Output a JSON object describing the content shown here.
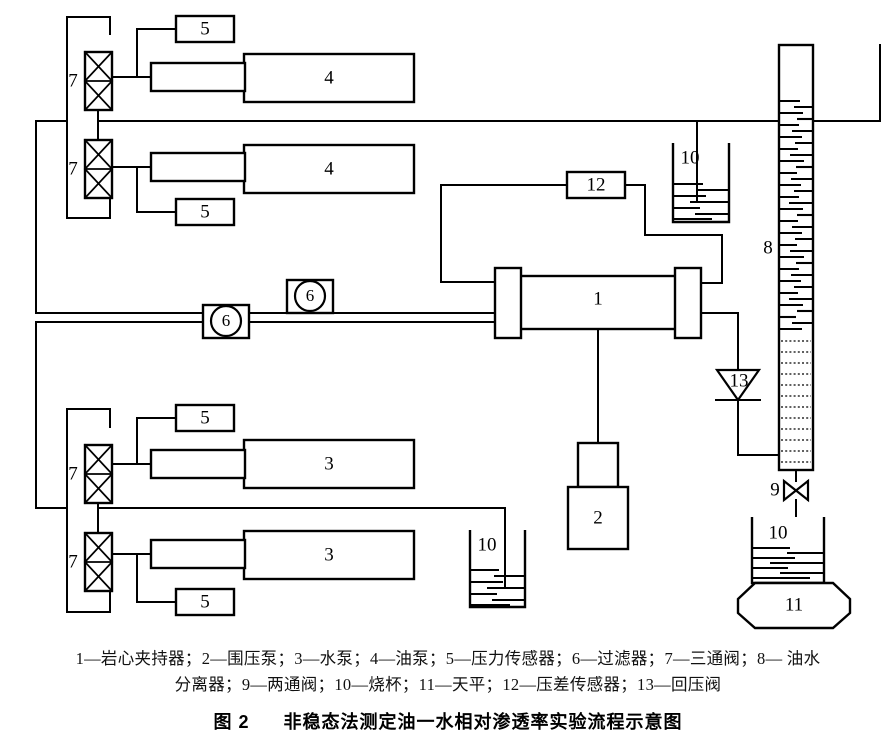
{
  "figure": {
    "number_label": "图 2",
    "title": "非稳态法测定油一水相对渗透率实验流程示意图",
    "legend_line_1": "1—岩心夹持器；2—围压泵；3—水泵；4—油泵；5—压力传感器；6—过滤器；7—三通阀；8— 油水",
    "legend_line_2": "分离器；9—两通阀；10—烧杯；11—天平；12—压差传感器；13—回压阀"
  },
  "components": {
    "core_holder": {
      "id": "1",
      "name": "岩心夹持器"
    },
    "confining_pump": {
      "id": "2",
      "name": "围压泵"
    },
    "water_pump_upper": {
      "id": "3",
      "name": "水泵"
    },
    "water_pump_lower": {
      "id": "3",
      "name": "水泵"
    },
    "oil_pump_upper": {
      "id": "4",
      "name": "油泵"
    },
    "oil_pump_lower": {
      "id": "4",
      "name": "油泵"
    },
    "pressure_sensor_1": {
      "id": "5",
      "name": "压力传感器"
    },
    "pressure_sensor_2": {
      "id": "5",
      "name": "压力传感器"
    },
    "pressure_sensor_3": {
      "id": "5",
      "name": "压力传感器"
    },
    "pressure_sensor_4": {
      "id": "5",
      "name": "压力传感器"
    },
    "filter_upper": {
      "id": "6",
      "name": "过滤器"
    },
    "filter_lower": {
      "id": "6",
      "name": "过滤器"
    },
    "three_way_valve_1": {
      "id": "7",
      "name": "三通阀"
    },
    "three_way_valve_2": {
      "id": "7",
      "name": "三通阀"
    },
    "three_way_valve_3": {
      "id": "7",
      "name": "三通阀"
    },
    "three_way_valve_4": {
      "id": "7",
      "name": "三通阀"
    },
    "oil_water_separator": {
      "id": "8",
      "name": "油水分离器"
    },
    "two_way_valve": {
      "id": "9",
      "name": "两通阀"
    },
    "beaker_top_right": {
      "id": "10",
      "name": "烧杯"
    },
    "beaker_bottom_left": {
      "id": "10",
      "name": "烧杯"
    },
    "beaker_on_balance": {
      "id": "10",
      "name": "烧杯"
    },
    "balance": {
      "id": "11",
      "name": "天平"
    },
    "differential_pressure_sensor": {
      "id": "12",
      "name": "压差传感器"
    },
    "back_pressure_valve": {
      "id": "13",
      "name": "回压阀"
    }
  },
  "colors": {
    "stroke": "#000000",
    "background": "#ffffff"
  }
}
